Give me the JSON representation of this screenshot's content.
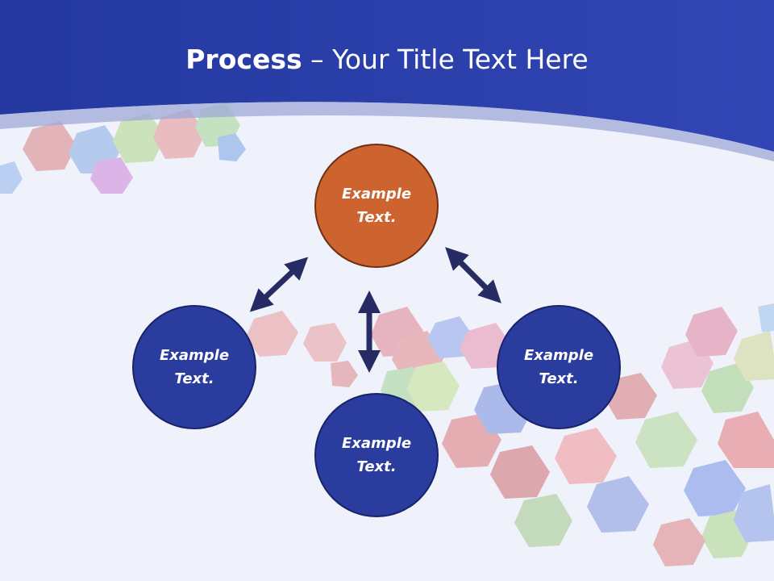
{
  "title": {
    "bold": "Process",
    "rest": " – Your Title Text Here"
  },
  "nodes": [
    {
      "id": "top",
      "label": "Example Text.",
      "color": "#cd6430"
    },
    {
      "id": "left",
      "label": "Example Text.",
      "color": "#2a3d9e"
    },
    {
      "id": "bottom",
      "label": "Example Text.",
      "color": "#2a3d9e"
    },
    {
      "id": "right",
      "label": "Example Text.",
      "color": "#2a3d9e"
    }
  ],
  "colors": {
    "header": "#2c3fa8",
    "arrow": "#262b63",
    "background": "#f0f2fb"
  }
}
